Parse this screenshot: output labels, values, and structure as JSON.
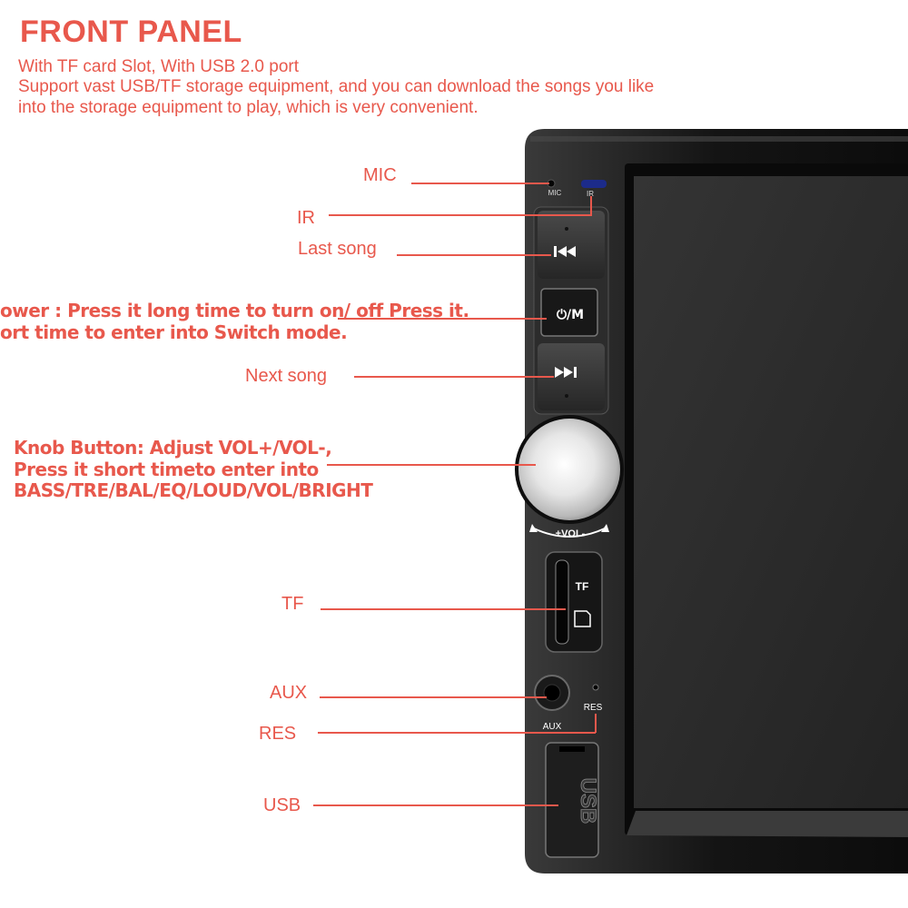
{
  "header": {
    "title": "FRONT PANEL",
    "line1": "With TF card Slot, With USB 2.0 port",
    "line2": "Support vast USB/TF storage equipment, and you can download the songs you like",
    "line3": "into the storage equipment to play, which is very convenient."
  },
  "callouts": {
    "mic": "MIC",
    "ir": "IR",
    "last_song": "Last song",
    "power_1": "ower : Press it long time to turn on/ off Press it.",
    "power_2": "ort time to enter into Switch mode.",
    "next_song": "Next song",
    "knob_1": "Knob Button: Adjust VOL+/VOL-,",
    "knob_2": "Press it short timeto enter into",
    "knob_3": "BASS/TRE/BAL/EQ/LOUD/VOL/BRIGHT",
    "tf": "TF",
    "aux": "AUX",
    "res": "RES",
    "usb": "USB"
  },
  "device": {
    "mic_label": "MIC",
    "ir_label": "IR",
    "power_mode_label": "⏻/M",
    "vol_label": "+VOL-",
    "tf_label": "TF",
    "aux_label": "AUX",
    "res_label": "RES",
    "usb_label": "USB"
  },
  "colors": {
    "accent": "#e8584c",
    "panel": "#1a1a1a",
    "screen": "#2b2b2b"
  }
}
